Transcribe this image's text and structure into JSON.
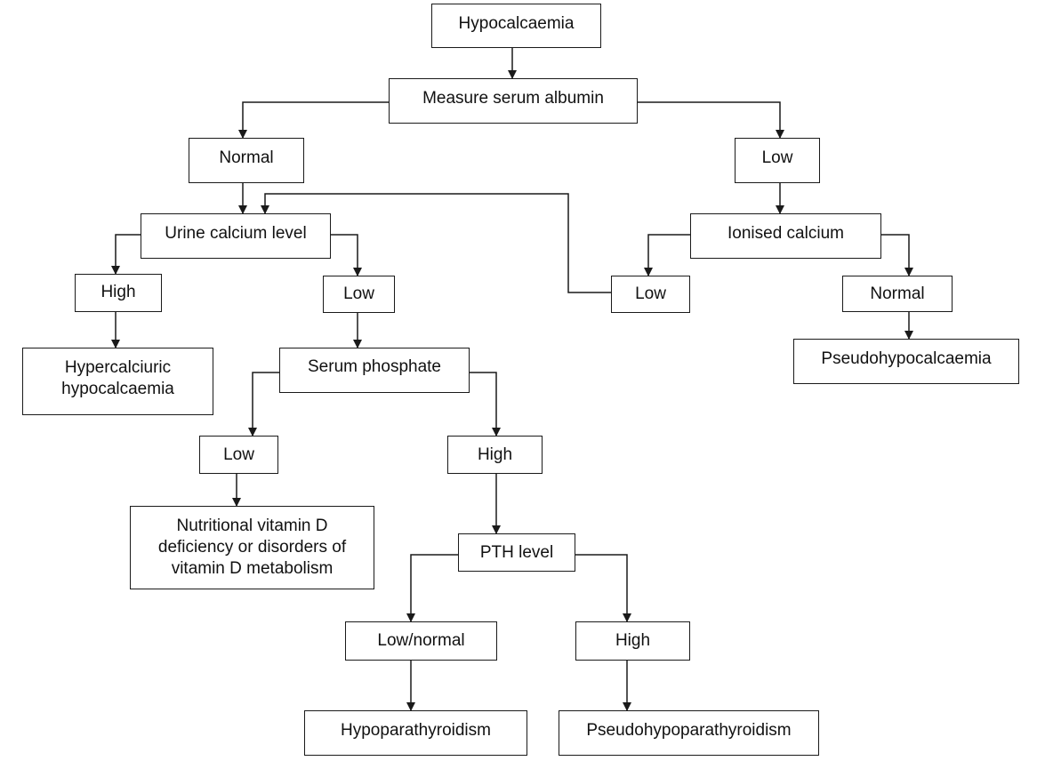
{
  "nodes": {
    "hypocalcaemia": "Hypocalcaemia",
    "measure_albumin": "Measure serum albumin",
    "albumin_normal": "Normal",
    "albumin_low": "Low",
    "urine_calcium": "Urine calcium level",
    "ionised_calcium": "Ionised calcium",
    "urine_high": "High",
    "urine_low": "Low",
    "ionised_low": "Low",
    "ionised_normal": "Normal",
    "hypercalciuric_line1": "Hypercalciuric",
    "hypercalciuric_line2": "hypocalcaemia",
    "serum_phosphate": "Serum phosphate",
    "pseudohypocalcaemia": "Pseudohypocalcaemia",
    "phosphate_low": "Low",
    "phosphate_high": "High",
    "vitd_line1": "Nutritional vitamin D",
    "vitd_line2": "deficiency or disorders of",
    "vitd_line3": "vitamin D metabolism",
    "pth_level": "PTH level",
    "pth_low_normal": "Low/normal",
    "pth_high": "High",
    "hypoparathyroidism": "Hypoparathyroidism",
    "pseudohypoparathyroidism": "Pseudohypoparathyroidism"
  }
}
